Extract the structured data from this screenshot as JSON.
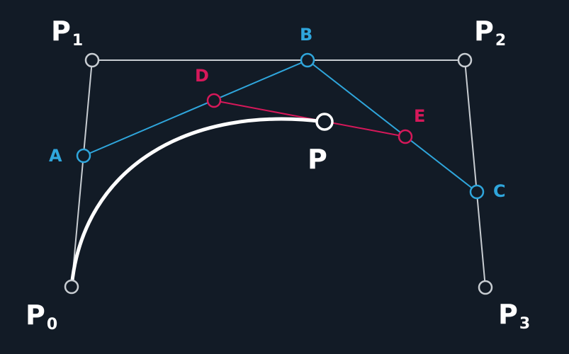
{
  "colors": {
    "background": "#121b26",
    "control": "#c8cdd2",
    "first_level": "#2fa6dc",
    "second_level": "#d6185a",
    "curve": "#ffffff"
  },
  "labels": {
    "p0": {
      "main": "P",
      "sub": "0"
    },
    "p1": {
      "main": "P",
      "sub": "1"
    },
    "p2": {
      "main": "P",
      "sub": "2"
    },
    "p3": {
      "main": "P",
      "sub": "3"
    },
    "a": "A",
    "b": "B",
    "c": "C",
    "d": "D",
    "e": "E",
    "p": "P"
  }
}
